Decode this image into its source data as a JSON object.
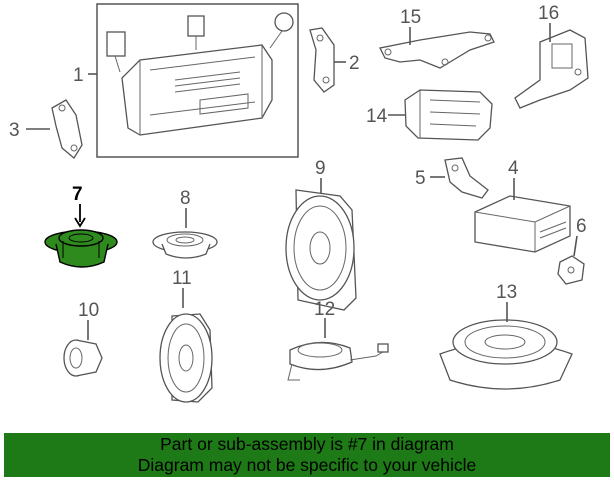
{
  "diagram": {
    "highlight_color": "#2f8a1e",
    "callouts": [
      {
        "id": "c1",
        "label": "1"
      },
      {
        "id": "c2",
        "label": "2"
      },
      {
        "id": "c3",
        "label": "3"
      },
      {
        "id": "c4",
        "label": "4"
      },
      {
        "id": "c5",
        "label": "5"
      },
      {
        "id": "c6",
        "label": "6"
      },
      {
        "id": "c7",
        "label": "7",
        "highlighted": true
      },
      {
        "id": "c8",
        "label": "8"
      },
      {
        "id": "c9",
        "label": "9"
      },
      {
        "id": "c10",
        "label": "10"
      },
      {
        "id": "c11",
        "label": "11"
      },
      {
        "id": "c12",
        "label": "12"
      },
      {
        "id": "c13",
        "label": "13"
      },
      {
        "id": "c14",
        "label": "14"
      },
      {
        "id": "c15",
        "label": "15"
      },
      {
        "id": "c16",
        "label": "16"
      }
    ]
  },
  "footer": {
    "background": "#1d7a16",
    "line1": "Part or sub-assembly is #7 in diagram",
    "line2": "Diagram may not be specific to your vehicle"
  }
}
